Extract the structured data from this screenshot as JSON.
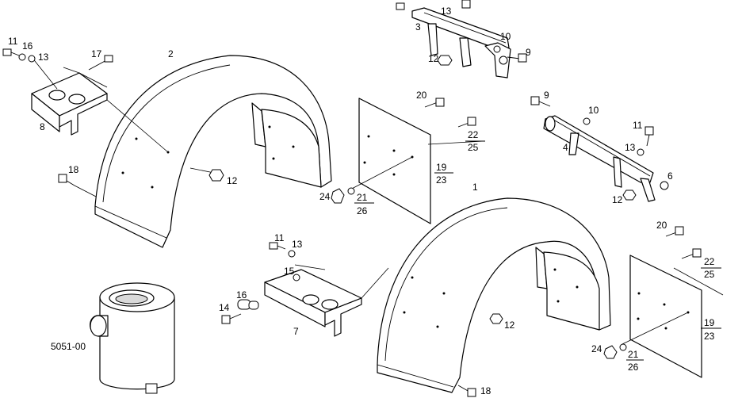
{
  "labels": {
    "l11a": "11",
    "l16a": "16",
    "l13a": "13",
    "l17": "17",
    "l8": "8",
    "l18a": "18",
    "l2": "2",
    "l12a": "12",
    "l13b": "13",
    "l3": "3",
    "l10a": "10",
    "l12b": "12",
    "l9a": "9",
    "l20a": "20",
    "l22a": "22",
    "l25a": "25",
    "l19a": "19",
    "l23a": "23",
    "l24a": "24",
    "l21a": "21",
    "l26a": "26",
    "l9b": "9",
    "l10b": "10",
    "l11b": "11",
    "l4": "4",
    "l13c": "13",
    "l6": "6",
    "l12c": "12",
    "l1": "1",
    "l11c": "11",
    "l13d": "13",
    "l15": "15",
    "l14": "14",
    "l16b": "16",
    "l7": "7",
    "l12d": "12",
    "l18b": "18",
    "l20b": "20",
    "l22b": "22",
    "l25b": "25",
    "l19b": "19",
    "l23b": "23",
    "l24b": "24",
    "l21b": "21",
    "l26b": "26",
    "ref": "5051-00"
  }
}
